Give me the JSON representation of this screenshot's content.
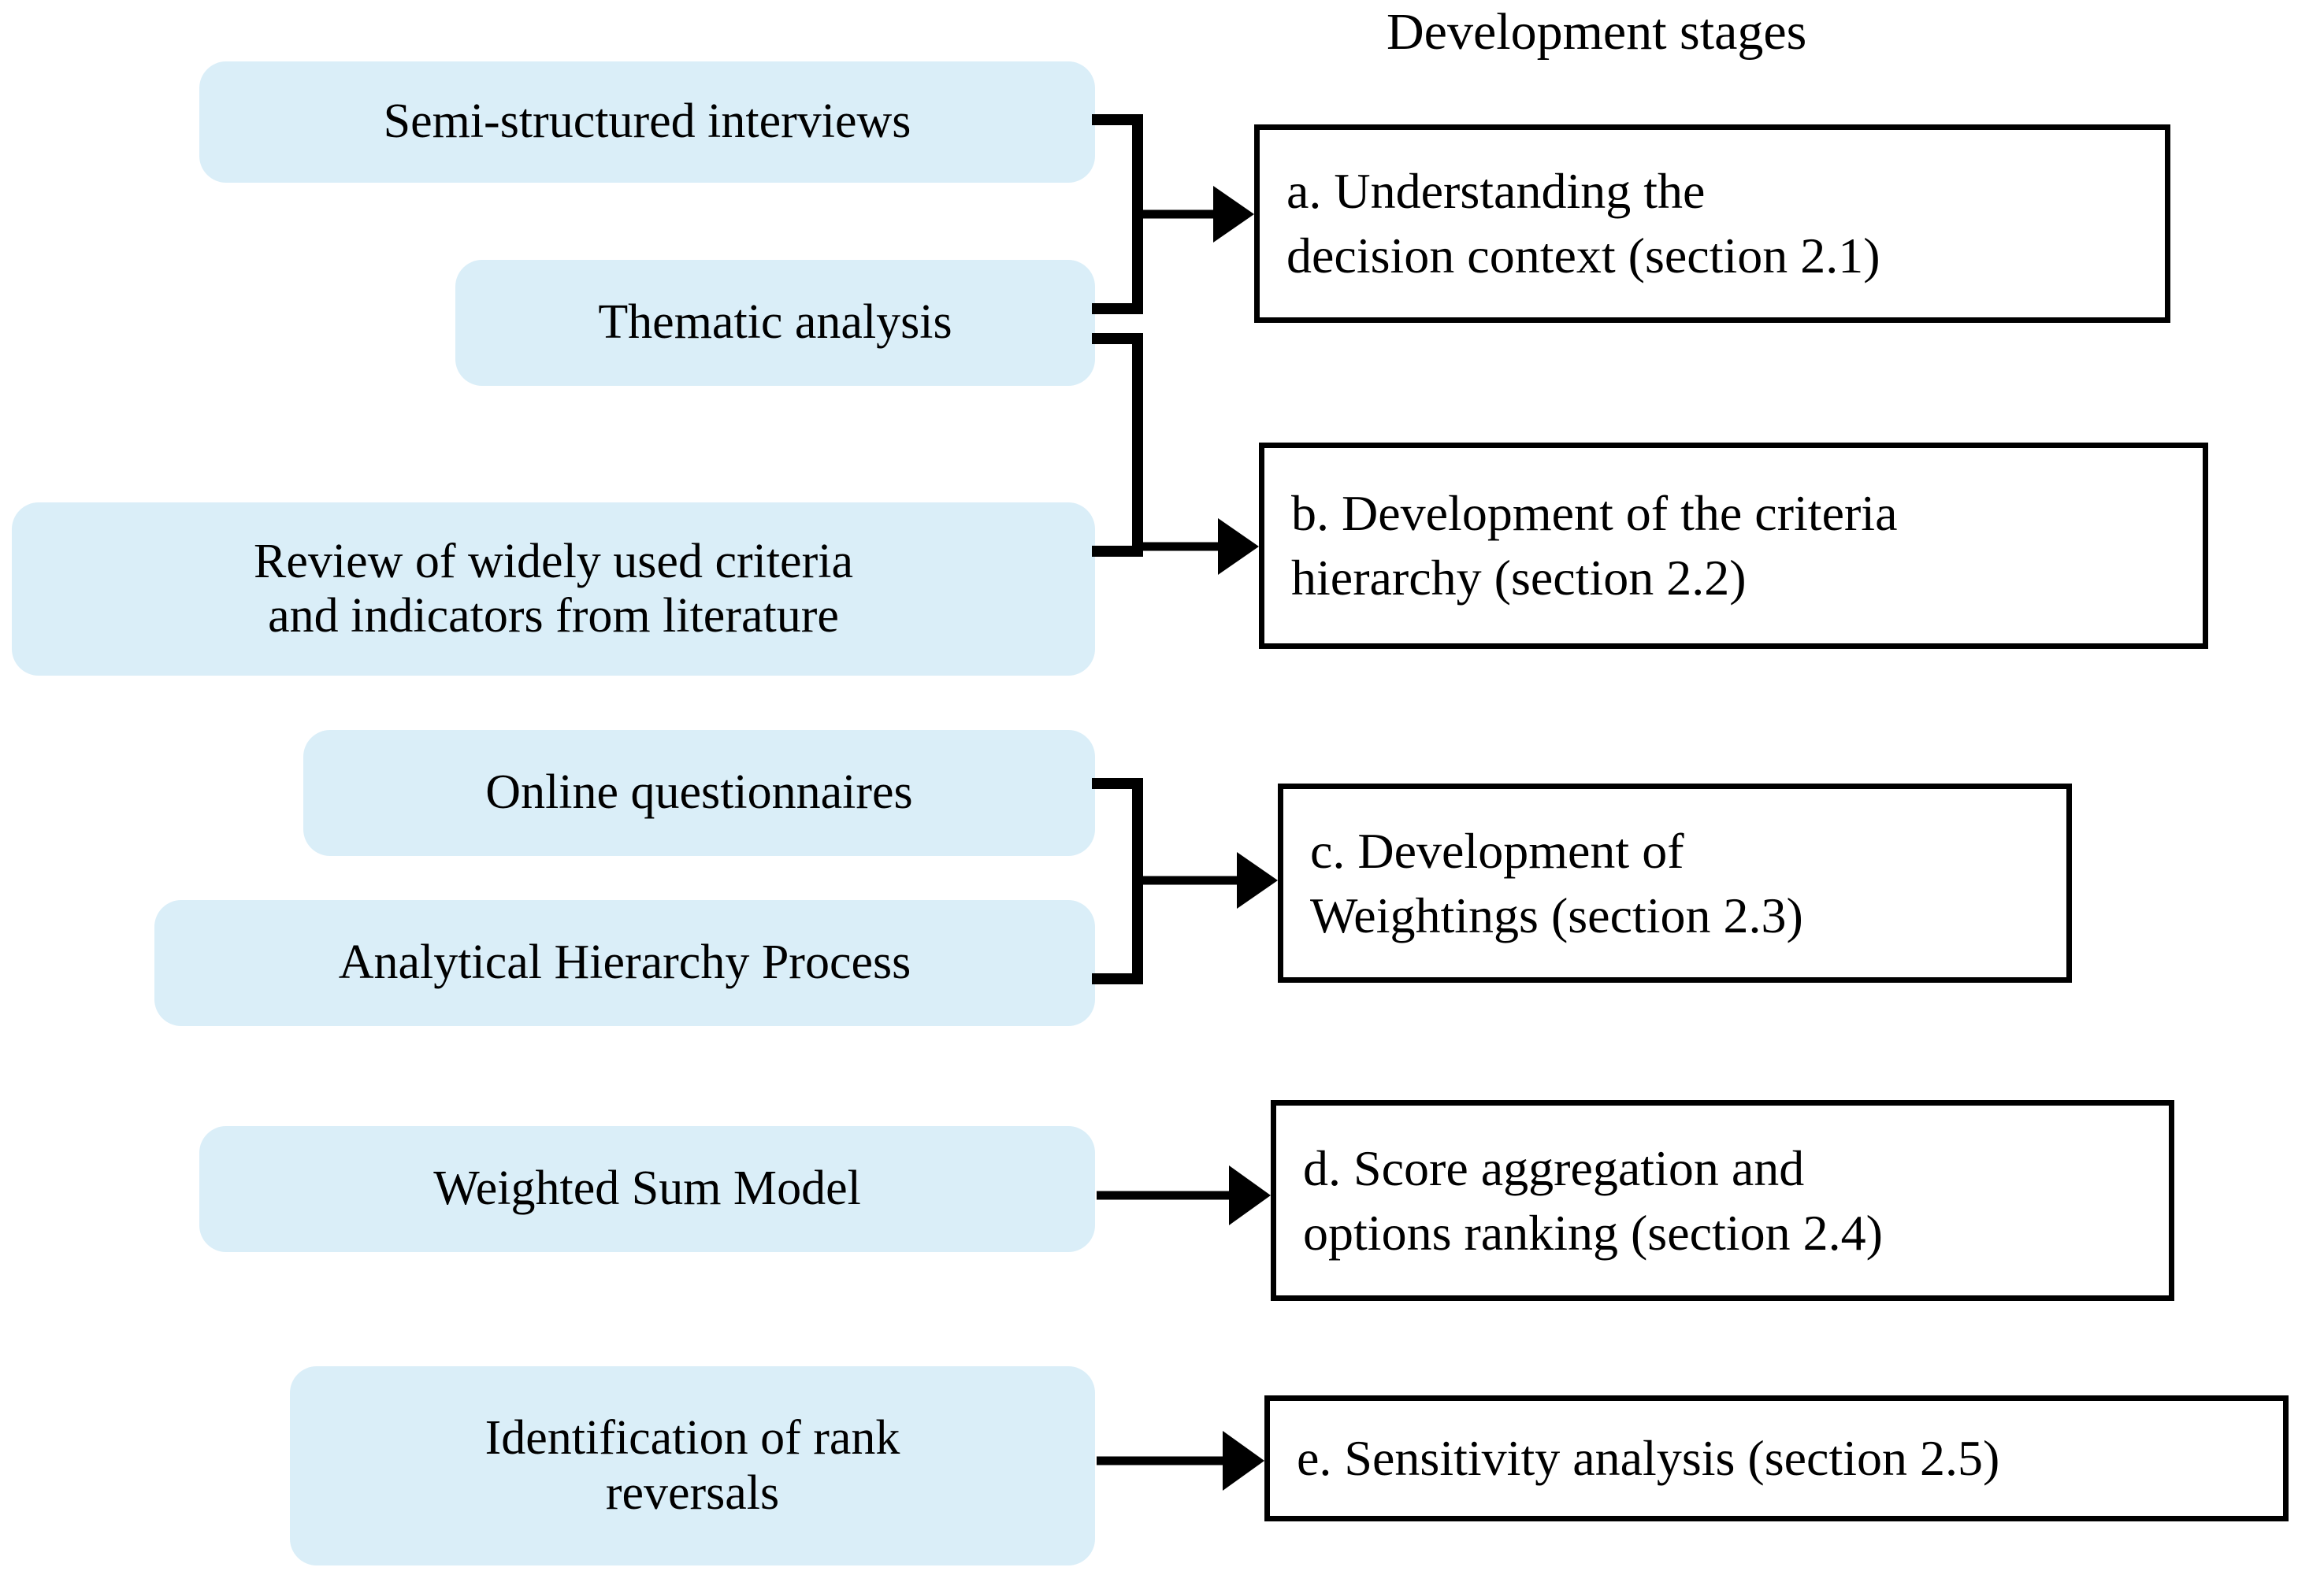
{
  "header": {
    "title": "Development stages"
  },
  "methods": [
    {
      "id": "semi-structured-interviews",
      "lines": [
        "Semi-structured  interviews"
      ]
    },
    {
      "id": "thematic-analysis",
      "lines": [
        "Thematic analysis"
      ]
    },
    {
      "id": "review-of-criteria",
      "lines": [
        "Review of widely used criteria",
        "and indicators from  literature"
      ]
    },
    {
      "id": "online-questionnaires",
      "lines": [
        "Online questionnaires"
      ]
    },
    {
      "id": "analytical-hierarchy-process",
      "lines": [
        "Analytical Hierarchy Process"
      ]
    },
    {
      "id": "weighted-sum-model",
      "lines": [
        "Weighted Sum Model"
      ]
    },
    {
      "id": "identification-of-rank-reversals",
      "lines": [
        "Identification  of rank",
        "reversals"
      ]
    }
  ],
  "stages": [
    {
      "id": "stage-a",
      "letter": "a.",
      "lines": [
        "a. Understanding the",
        "decision context (section  2.1)"
      ]
    },
    {
      "id": "stage-b",
      "letter": "b.",
      "lines": [
        "b. Development of the criteria",
        "hierarchy (section  2.2)"
      ]
    },
    {
      "id": "stage-c",
      "letter": "c.",
      "lines": [
        "c.  Development of",
        "Weightings (section 2.3)"
      ]
    },
    {
      "id": "stage-d",
      "letter": "d.",
      "lines": [
        "d. Score  aggregation and",
        "options  ranking (section 2.4)"
      ]
    },
    {
      "id": "stage-e",
      "letter": "e.",
      "lines": [
        "e. Sensitivity analysis (section  2.5)"
      ]
    }
  ],
  "connectors": [
    {
      "id": "bracket-a",
      "type": "bracket",
      "feeds": [
        "semi-structured-interviews",
        "thematic-analysis"
      ],
      "target": "stage-a"
    },
    {
      "id": "bracket-b",
      "type": "bracket",
      "feeds": [
        "thematic-analysis",
        "review-of-criteria"
      ],
      "target": "stage-b"
    },
    {
      "id": "bracket-c",
      "type": "bracket",
      "feeds": [
        "online-questionnaires",
        "analytical-hierarchy-process"
      ],
      "target": "stage-c"
    },
    {
      "id": "arrow-d",
      "type": "arrow",
      "feeds": [
        "weighted-sum-model"
      ],
      "target": "stage-d"
    },
    {
      "id": "arrow-e",
      "type": "arrow",
      "feeds": [
        "identification-of-rank-reversals"
      ],
      "target": "stage-e"
    }
  ],
  "colors": {
    "pill_fill": "#daeef8",
    "box_border": "#000000",
    "box_fill": "#ffffff",
    "text": "#000000",
    "background": "#ffffff"
  }
}
